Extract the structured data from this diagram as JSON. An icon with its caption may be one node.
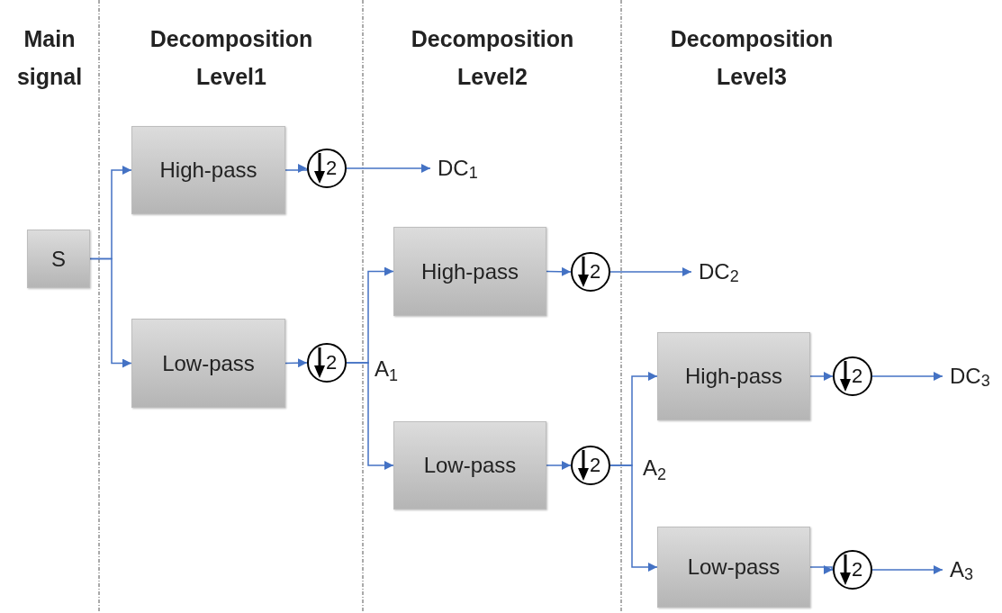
{
  "diagram": {
    "nodes": [
      {
        "text": [
          "S"
        ]
      },
      {
        "text": [
          "High-pass"
        ]
      },
      {
        "text": [
          "Low-pass"
        ]
      },
      {
        "text": [
          "2"
        ]
      },
      {
        "text": [
          "2"
        ]
      },
      {
        "text": [
          "DC$_{1}$"
        ]
      },
      {
        "text": [
          "High-pass"
        ]
      },
      {
        "text": [
          "Low-pass"
        ]
      },
      {
        "text": [
          "2"
        ]
      },
      {
        "text": [
          "2"
        ]
      },
      {
        "text": [
          "DC$_{2}$"
        ]
      },
      {
        "text": [
          "High-pass"
        ]
      },
      {
        "text": [
          "Low-pass"
        ]
      },
      {
        "text": [
          "2"
        ]
      },
      {
        "text": [
          "2"
        ]
      },
      {
        "text": [
          "DC$_{3}$"
        ]
      },
      {
        "text": [
          "A$_{3}$"
        ]
      }
    ],
    "edges": [
      {
        "from": 0,
        "to": 1,
        "arrow": "to"
      },
      {
        "from": 0,
        "to": 2,
        "arrow": "to"
      },
      {
        "from": 1,
        "to": 3,
        "arrow": "to"
      },
      {
        "from": 2,
        "to": 4,
        "arrow": "to"
      },
      {
        "from": 3,
        "to": 5,
        "arrow": "to"
      },
      {
        "from": 4,
        "to": 6,
        "arrow": "to"
      },
      {
        "from": 4,
        "to": 7,
        "arrow": "to"
      },
      {
        "from": 6,
        "to": 8,
        "arrow": "to"
      },
      {
        "from": 7,
        "to": 9,
        "arrow": "to"
      },
      {
        "from": 8,
        "to": 10,
        "arrow": "to"
      },
      {
        "from": 9,
        "to": 11,
        "arrow": "to"
      },
      {
        "from": 9,
        "to": 12,
        "arrow": "to"
      },
      {
        "from": 11,
        "to": 13,
        "arrow": "to"
      },
      {
        "from": 12,
        "to": 14,
        "arrow": "to"
      },
      {
        "from": 13,
        "to": 15,
        "arrow": "to"
      },
      {
        "from": 14,
        "to": 16,
        "arrow": "to"
      }
    ],
    "labels": [
      "Main signal",
      "Decomposition Level1",
      "Decomposition Level2",
      "Decomposition Level3",
      "A$_{1}$",
      "A$_{2}$"
    ]
  }
}
